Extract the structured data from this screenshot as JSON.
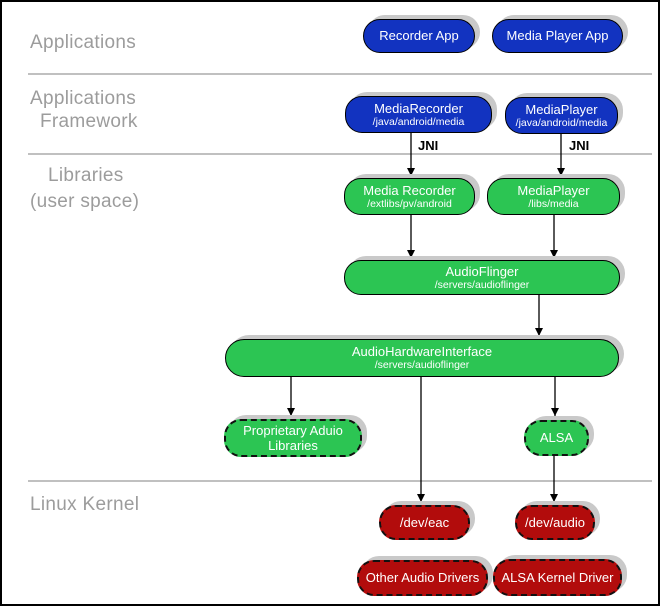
{
  "layers": {
    "applications": "Applications",
    "framework_line1": "Applications",
    "framework_line2": "Framework",
    "libraries_line1": "Libraries",
    "libraries_line2": "(user space)",
    "kernel": "Linux Kernel"
  },
  "connector_labels": {
    "jni": "JNI"
  },
  "nodes": {
    "recorder_app": {
      "title": "Recorder App"
    },
    "media_player_app": {
      "title": "Media Player App"
    },
    "media_recorder_framework": {
      "title": "MediaRecorder",
      "path": "/java/android/media"
    },
    "media_player_framework": {
      "title": "MediaPlayer",
      "path": "/java/android/media"
    },
    "media_recorder_lib": {
      "title": "Media Recorder",
      "path": "/extlibs/pv/android"
    },
    "media_player_lib": {
      "title": "MediaPlayer",
      "path": "/libs/media"
    },
    "audio_flinger": {
      "title": "AudioFlinger",
      "path": "/servers/audioflinger"
    },
    "audio_hardware_interface": {
      "title": "AudioHardwareInterface",
      "path": "/servers/audioflinger"
    },
    "proprietary_audio_libraries": {
      "title": "Proprietary Aduio Libraries"
    },
    "alsa": {
      "title": "ALSA"
    },
    "dev_eac": {
      "title": "/dev/eac"
    },
    "dev_audio": {
      "title": "/dev/audio"
    },
    "other_audio_drivers": {
      "title": "Other Audio Drivers"
    },
    "alsa_kernel_driver": {
      "title": "ALSA Kernel Driver"
    }
  },
  "colors": {
    "framework_blue": "#1233c0",
    "library_green": "#2cc553",
    "kernel_red": "#b20c0c",
    "layer_label_gray": "#9c9c9c",
    "divider_gray": "#9a9a9a",
    "shadow_gray": "#c9c9c9"
  }
}
